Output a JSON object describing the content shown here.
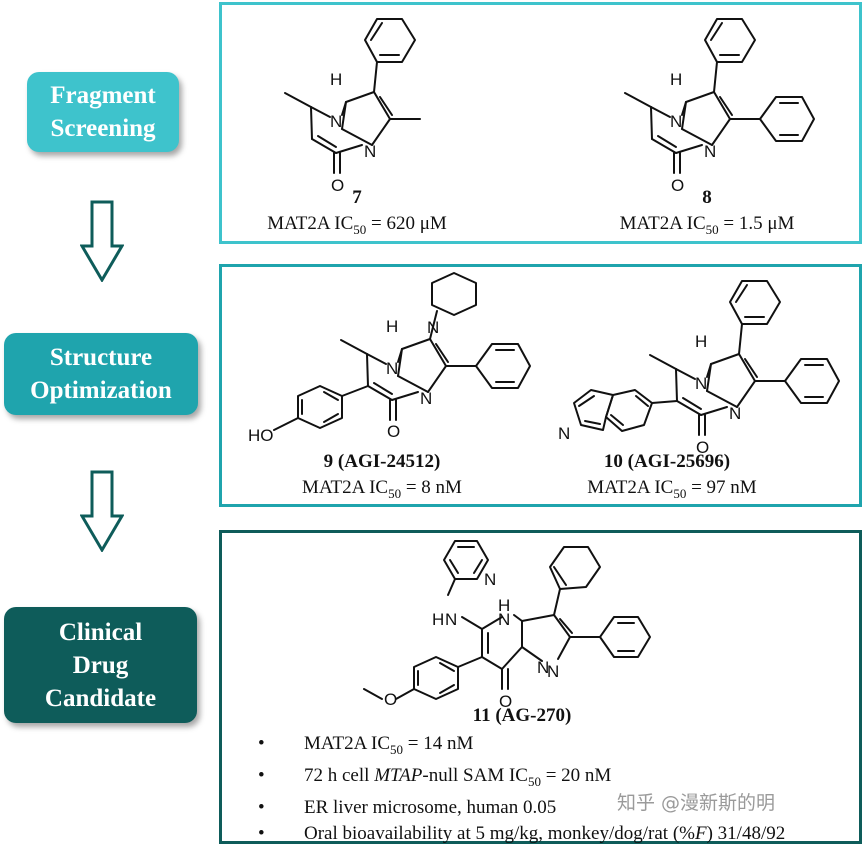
{
  "stages": {
    "fragment": [
      "Fragment",
      "Screening"
    ],
    "structure": [
      "Structure",
      "Optimization"
    ],
    "clinical": [
      "Clinical",
      "Drug",
      "Candidate"
    ]
  },
  "atoms": {
    "nh": "H",
    "n": "N",
    "o": "O",
    "ho": "HO"
  },
  "compounds": {
    "c7": {
      "name": "7",
      "target": "MAT2A IC",
      "sub": "50",
      "value": " = 620 μM"
    },
    "c8": {
      "name": "8",
      "target": "MAT2A IC",
      "sub": "50",
      "value": " = 1.5 μM"
    },
    "c9": {
      "name": "9 (AGI-24512)",
      "target": "MAT2A IC",
      "sub": "50",
      "value": " = 8 nM"
    },
    "c10": {
      "name": "10 (AGI-25696)",
      "target": "MAT2A IC",
      "sub": "50",
      "value": " = 97 nM"
    },
    "c11": {
      "name": "11 (AG-270)"
    }
  },
  "bullets": {
    "b1": {
      "a": "MAT2A IC",
      "sub": "50",
      "b": " = 14 nM"
    },
    "b2": {
      "a": "72 h cell ",
      "em": "MTAP",
      "b": "-null SAM IC",
      "sub": "50",
      "c": " = 20 nM"
    },
    "b3": {
      "a": "ER liver microsome, human 0.05"
    },
    "b4": {
      "a": "Oral bioavailability at 5 mg/kg, monkey/dog/rat (%",
      "em": "F",
      "b": ") 31/48/92"
    }
  },
  "watermark": "知乎 @漫新斯的明",
  "colors": {
    "stage1": "#3ec3cc",
    "stage2": "#1fa4ad",
    "stage3": "#0e5c5a",
    "arrow": "#0e5c5a"
  }
}
